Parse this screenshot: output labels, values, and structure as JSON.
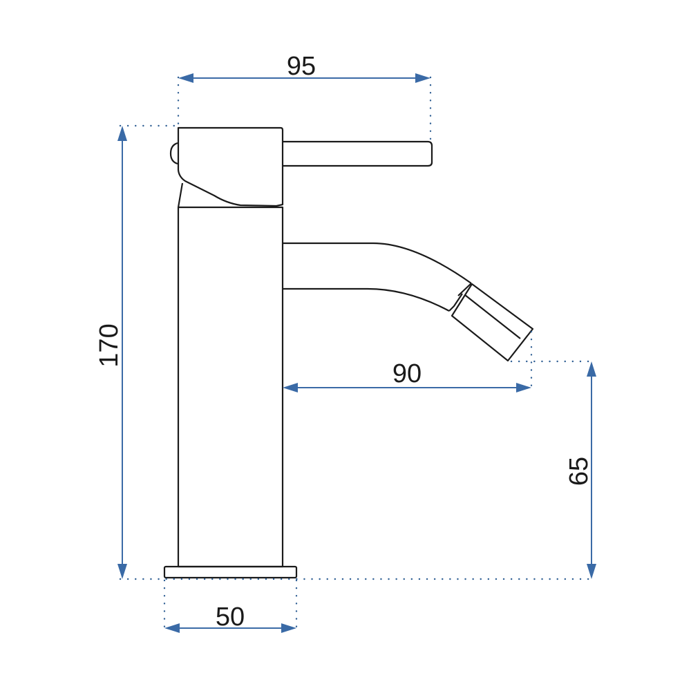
{
  "dimensions": {
    "width_top": "95",
    "height_total": "170",
    "spout_reach": "90",
    "spout_height": "65",
    "base_width": "50"
  },
  "colors": {
    "dimension": "#3a6aa6",
    "outline": "#1a1a1a",
    "background": "#ffffff"
  }
}
